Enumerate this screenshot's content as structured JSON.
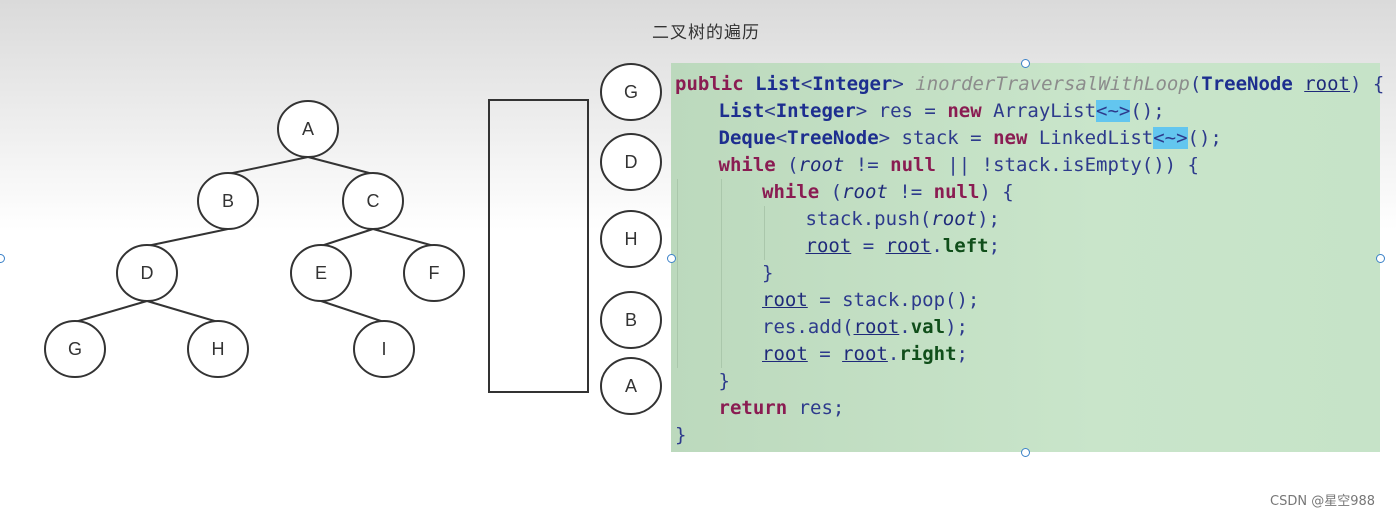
{
  "title": "二叉树的遍历",
  "tree": {
    "nodes": [
      {
        "id": "A",
        "label": "A"
      },
      {
        "id": "B",
        "label": "B"
      },
      {
        "id": "C",
        "label": "C"
      },
      {
        "id": "D",
        "label": "D"
      },
      {
        "id": "E",
        "label": "E"
      },
      {
        "id": "F",
        "label": "F"
      },
      {
        "id": "G",
        "label": "G"
      },
      {
        "id": "H",
        "label": "H"
      },
      {
        "id": "I",
        "label": "I"
      }
    ],
    "edges": [
      [
        "A",
        "B"
      ],
      [
        "A",
        "C"
      ],
      [
        "B",
        "D"
      ],
      [
        "C",
        "E"
      ],
      [
        "C",
        "F"
      ],
      [
        "D",
        "G"
      ],
      [
        "D",
        "H"
      ],
      [
        "E",
        "I"
      ]
    ]
  },
  "stack_sequence": [
    "G",
    "D",
    "H",
    "B",
    "A"
  ],
  "code": {
    "lines": [
      {
        "indent": 0,
        "tokens": [
          {
            "t": "public ",
            "c": "kw"
          },
          {
            "t": "List",
            "c": "ty"
          },
          {
            "t": "<",
            "c": "pn"
          },
          {
            "t": "Integer",
            "c": "ty"
          },
          {
            "t": "> ",
            "c": "pn"
          },
          {
            "t": "inorderTraversalWithLoop",
            "c": "fn"
          },
          {
            "t": "(",
            "c": "pn"
          },
          {
            "t": "TreeNode ",
            "c": "ty"
          },
          {
            "t": "root",
            "c": "vr"
          },
          {
            "t": ") {",
            "c": "pn"
          }
        ]
      },
      {
        "indent": 1,
        "tokens": [
          {
            "t": "List",
            "c": "ty"
          },
          {
            "t": "<",
            "c": "pn"
          },
          {
            "t": "Integer",
            "c": "ty"
          },
          {
            "t": "> res = ",
            "c": "id"
          },
          {
            "t": "new ",
            "c": "kw"
          },
          {
            "t": "ArrayList",
            "c": "id"
          },
          {
            "t": "<~>",
            "c": "hl"
          },
          {
            "t": "();",
            "c": "pn"
          }
        ]
      },
      {
        "indent": 1,
        "tokens": [
          {
            "t": "Deque",
            "c": "ty"
          },
          {
            "t": "<",
            "c": "pn"
          },
          {
            "t": "TreeNode",
            "c": "ty"
          },
          {
            "t": "> stack = ",
            "c": "id"
          },
          {
            "t": "new ",
            "c": "kw"
          },
          {
            "t": "LinkedList",
            "c": "id"
          },
          {
            "t": "<~>",
            "c": "hl"
          },
          {
            "t": "();",
            "c": "pn"
          }
        ]
      },
      {
        "indent": 1,
        "tokens": [
          {
            "t": "while ",
            "c": "kw"
          },
          {
            "t": "(",
            "c": "pn"
          },
          {
            "t": "root",
            "c": "it"
          },
          {
            "t": " != ",
            "c": "id"
          },
          {
            "t": "null",
            "c": "kw"
          },
          {
            "t": " || !stack.isEmpty()) {",
            "c": "id"
          }
        ]
      },
      {
        "indent": 2,
        "tokens": [
          {
            "t": "while ",
            "c": "kw"
          },
          {
            "t": "(",
            "c": "pn"
          },
          {
            "t": "root",
            "c": "it"
          },
          {
            "t": " != ",
            "c": "id"
          },
          {
            "t": "null",
            "c": "kw"
          },
          {
            "t": ") {",
            "c": "pn"
          }
        ]
      },
      {
        "indent": 3,
        "tokens": [
          {
            "t": "stack.push(",
            "c": "id"
          },
          {
            "t": "root",
            "c": "it"
          },
          {
            "t": ");",
            "c": "pn"
          }
        ]
      },
      {
        "indent": 3,
        "tokens": [
          {
            "t": "root",
            "c": "vr"
          },
          {
            "t": " = ",
            "c": "id"
          },
          {
            "t": "root",
            "c": "vr"
          },
          {
            "t": ".",
            "c": "pn"
          },
          {
            "t": "left",
            "c": "fld"
          },
          {
            "t": ";",
            "c": "pn"
          }
        ]
      },
      {
        "indent": 2,
        "tokens": [
          {
            "t": "}",
            "c": "pn"
          }
        ]
      },
      {
        "indent": 2,
        "tokens": [
          {
            "t": "root",
            "c": "vr"
          },
          {
            "t": " = stack.pop();",
            "c": "id"
          }
        ]
      },
      {
        "indent": 2,
        "tokens": [
          {
            "t": "res.add(",
            "c": "id"
          },
          {
            "t": "root",
            "c": "vr"
          },
          {
            "t": ".",
            "c": "pn"
          },
          {
            "t": "val",
            "c": "fld"
          },
          {
            "t": ");",
            "c": "pn"
          }
        ]
      },
      {
        "indent": 2,
        "tokens": [
          {
            "t": "root",
            "c": "vr"
          },
          {
            "t": " = ",
            "c": "id"
          },
          {
            "t": "root",
            "c": "vr"
          },
          {
            "t": ".",
            "c": "pn"
          },
          {
            "t": "right",
            "c": "fld"
          },
          {
            "t": ";",
            "c": "pn"
          }
        ]
      },
      {
        "indent": 1,
        "tokens": [
          {
            "t": "}",
            "c": "pn"
          }
        ]
      },
      {
        "indent": 1,
        "tokens": [
          {
            "t": "return ",
            "c": "kw"
          },
          {
            "t": "res;",
            "c": "id"
          }
        ]
      },
      {
        "indent": 0,
        "tokens": [
          {
            "t": "}",
            "c": "pn"
          }
        ]
      }
    ]
  },
  "watermark": "CSDN @星空988",
  "colors": {
    "code_background": "#c8e3c9",
    "keyword": "#8a1c52",
    "type": "#1d2e8f",
    "highlight": "#63c6ef",
    "selection_handle": "#3c82c8"
  }
}
